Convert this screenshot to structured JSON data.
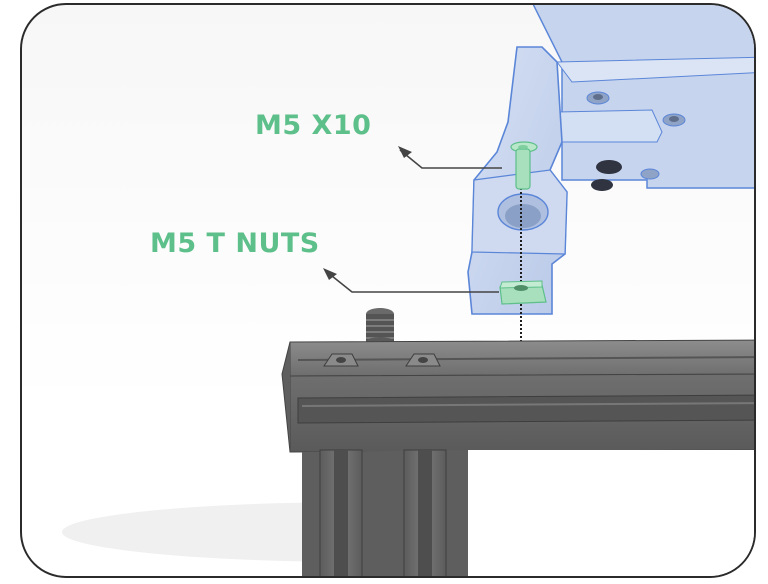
{
  "callouts": {
    "screw": "M5 X10",
    "nuts": "M5 T NUTS"
  },
  "colors": {
    "callout_text": "#5dbf8a",
    "bracket_fill": "#c9d6ef",
    "bracket_edge": "#5b86d8",
    "extrusion": "#6b6b6b",
    "hardware_green": "#a8e0bd",
    "frame_border": "#2b2b2b"
  },
  "parts": [
    "bracket",
    "m5-screw",
    "t-nut",
    "aluminum-extrusion",
    "pre-installed-screw",
    "t-slot-nuts"
  ]
}
